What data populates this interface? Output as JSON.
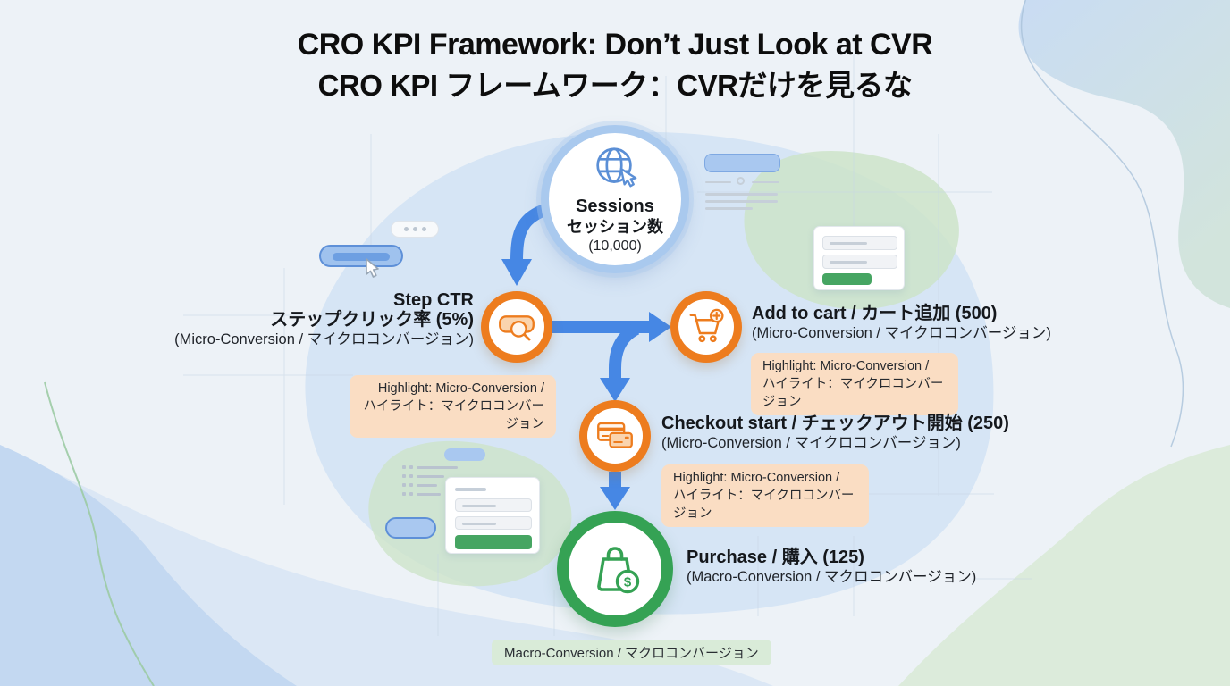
{
  "header": {
    "title_en": "CRO KPI Framework: Don’t Just Look at CVR",
    "title_ja": "CRO KPI フレームワーク：CVRだけを見るな"
  },
  "nodes": {
    "sessions": {
      "icon": "globe-cursor-icon",
      "name_en": "Sessions",
      "name_ja": "セッション数",
      "value": "(10,000)"
    },
    "step_ctr": {
      "icon": "search-button-icon",
      "title": "Step CTR",
      "subtitle": "ステップクリック率 (5%)",
      "type_line": "(Micro-Conversion / マイクロコンバージョン)"
    },
    "add_to_cart": {
      "icon": "cart-plus-icon",
      "title": "Add to cart / カート追加 (500)",
      "type_line": "(Micro-Conversion / マイクロコンバージョン)"
    },
    "checkout_start": {
      "icon": "credit-cards-icon",
      "title": "Checkout start / チェックアウト開始 (250)",
      "type_line": "(Micro-Conversion / マイクロコンバージョン)"
    },
    "purchase": {
      "icon": "shopping-bag-dollar-icon",
      "title": "Purchase / 購入 (125)",
      "type_line": "(Macro-Conversion / マクロコンバージョン)"
    }
  },
  "badges": {
    "highlight_en": "Highlight: Micro-Conversion /",
    "highlight_ja": "ハイライト：マイクロコンバージョン",
    "macro": "Macro-Conversion / マクロコンバージョン"
  },
  "colors": {
    "micro_accent": "#ED7C1E",
    "macro_accent": "#35A254",
    "flow_arrow": "#4687E4",
    "sessions_ring": "#A9C9EE",
    "highlight_bg": "#FADDC3",
    "macro_bg": "#D9EBD8"
  }
}
